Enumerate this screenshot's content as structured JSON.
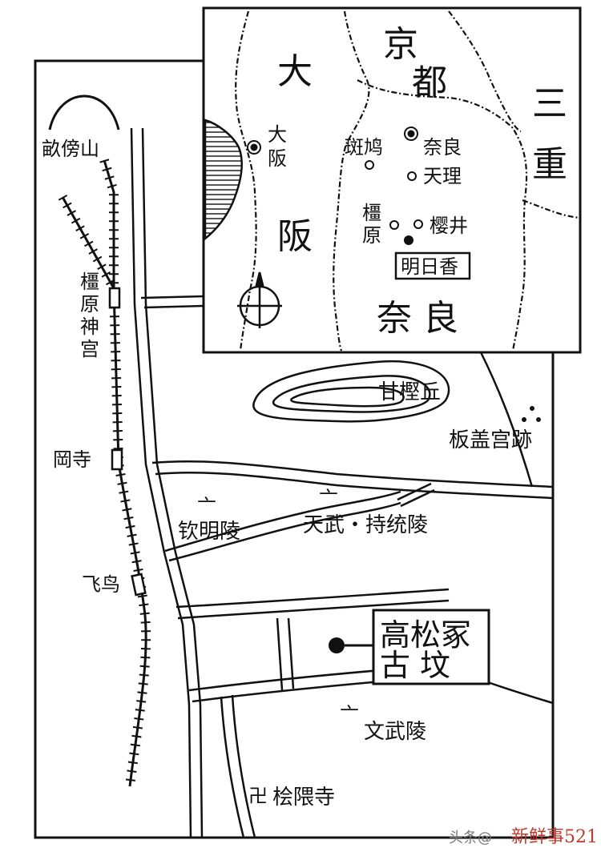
{
  "main_map": {
    "labels": {
      "mountain": "畝傍山",
      "kashihara_shrine": "橿原神宮",
      "okadera": "岡寺",
      "asuka": "飞鸟",
      "amakashi_hill": "甘樫丘",
      "itabuki_palace": "板盖宫跡",
      "kinmei_tomb": "钦明陵",
      "tenmu_jito_tomb": "天武・持统陵",
      "takamatsu_line1": "高松冢",
      "takamatsu_line2": "古 坟",
      "monmu_tomb": "文武陵",
      "hinokuma_temple": "桧隈寺",
      "tomb_symbol": "亠",
      "temple_symbol": "卍"
    }
  },
  "inset_map": {
    "kyoto_line1": "京",
    "kyoto_line2": "都",
    "osaka_line1": "大",
    "osaka_line2": "阪",
    "mie_line1": "三",
    "mie_line2": "重",
    "nara_pref": "奈 良",
    "osaka_city_line1": "大",
    "osaka_city_line2": "阪",
    "ikaruga": "斑鸠",
    "nara_city": "奈良",
    "tenri": "天理",
    "kashihara_line1": "橿",
    "kashihara_line2": "原",
    "sakurai": "樱井",
    "asuka": "明日香"
  },
  "watermark": {
    "source": "头条@",
    "account": "新鲜事521"
  },
  "colors": {
    "ink": "#111111",
    "paper": "#ffffff",
    "watermark_red": "#c0392b"
  }
}
